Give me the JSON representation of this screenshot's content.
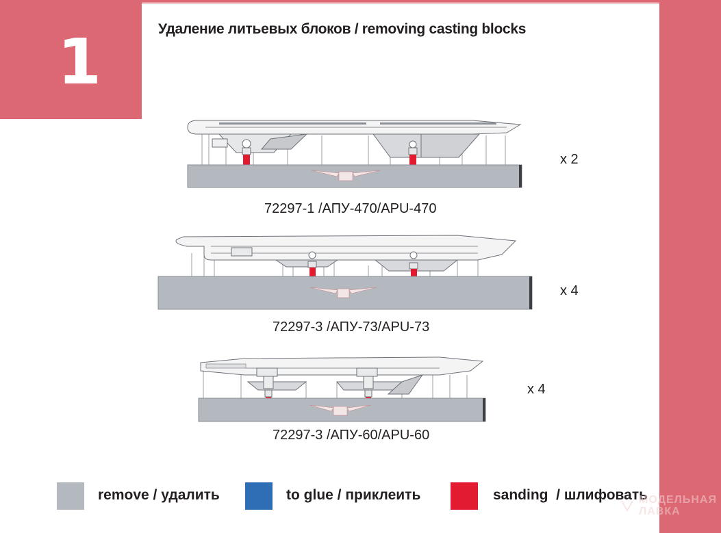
{
  "step": {
    "number": "1"
  },
  "title": "Удаление литьевых блоков / removing casting blocks",
  "colors": {
    "accent": "#db6872",
    "remove": "#b4b8bf",
    "glue": "#2f6eb5",
    "sanding": "#e31b30",
    "casting_block": "#b4b8bf"
  },
  "models": [
    {
      "caption": "72297-1 /АПУ-470/APU-470",
      "quantity": "x 2"
    },
    {
      "caption": "72297-3 /АПУ-73/APU-73",
      "quantity": "x 4"
    },
    {
      "caption": "72297-3 /АПУ-60/APU-60",
      "quantity": "x 4"
    }
  ],
  "legend": [
    {
      "label": "remove / удалить",
      "color": "#b4b8bf"
    },
    {
      "label": "to glue / приклеить",
      "color": "#2f6eb5"
    },
    {
      "label": "sanding  / шлифовать",
      "color": "#e31b30"
    }
  ],
  "watermark": {
    "line1": "МОДЕЛЬНАЯ",
    "line2": "ЛАВКА"
  }
}
